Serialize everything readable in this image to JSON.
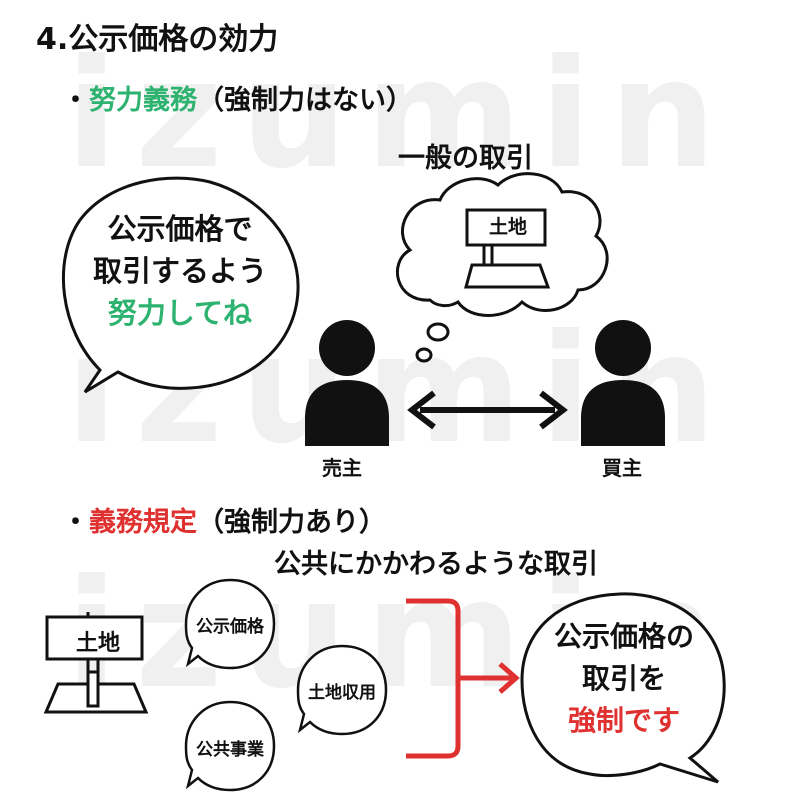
{
  "watermark": "izumin",
  "title": "4.公示価格の効力",
  "section1": {
    "bullet": "・",
    "highlight": "努力義務",
    "rest": "（強制力はない）",
    "highlight_color": "#2db36f"
  },
  "general_transaction": "一般の取引",
  "land_sign": "土地",
  "speech1": {
    "line1": "公示価格で",
    "line2": "取引するよう",
    "line3": "努力してね"
  },
  "seller": "売主",
  "buyer": "買主",
  "section2": {
    "bullet": "・",
    "highlight": "義務規定",
    "rest": "（強制力あり）",
    "highlight_color": "#e03131"
  },
  "public_transaction": "公共にかかわるような取引",
  "ovals": [
    "公示価格",
    "土地収用",
    "公共事業"
  ],
  "speech2": {
    "line1": "公示価格の",
    "line2": "取引を",
    "line3": "強制です"
  }
}
